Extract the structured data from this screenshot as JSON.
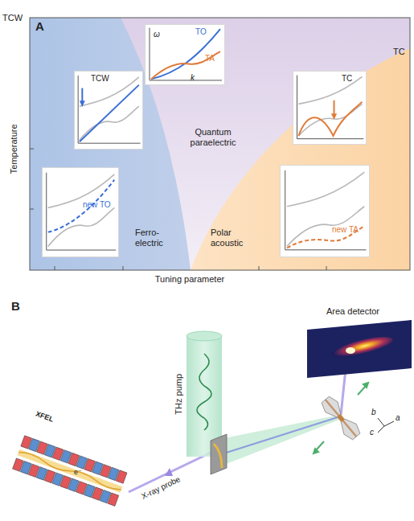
{
  "diagram": {
    "nodes": [
      {
        "text": [
          "TO",
          "TA",
          "ω",
          "k"
        ]
      },
      {
        "text": [
          "TCW"
        ]
      },
      {
        "text": [
          "new TO"
        ]
      },
      {
        "text": [
          "TC"
        ]
      },
      {
        "text": [
          "new TA"
        ]
      }
    ],
    "labels": [
      "A",
      "TCW",
      "Temperature",
      "TC",
      "Quantum paraelectric",
      "Ferro- electric",
      "Polar acoustic",
      "Tuning parameter",
      "B",
      "Area detector",
      "THz pump",
      "XFEL",
      "e⁻",
      "X-ray probe",
      "b",
      "a",
      "c"
    ]
  }
}
